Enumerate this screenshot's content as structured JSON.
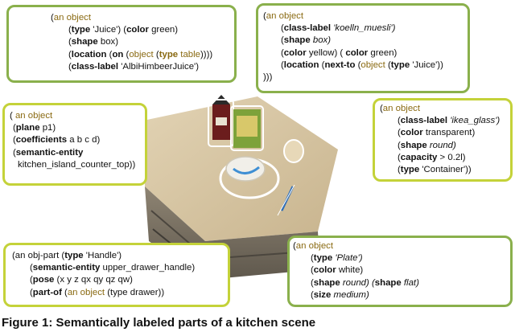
{
  "boxes": {
    "juice": {
      "line1_hl": "an object",
      "line2_a": "(",
      "line2_k1": "type",
      "line2_v1": " 'Juice') (",
      "line2_k2": "color",
      "line2_v2": " green)",
      "line3_a": "(",
      "line3_k": "shape",
      "line3_v": " box)",
      "line4_a": "(",
      "line4_k1": "location",
      "line4_b": " (",
      "line4_k2": "on",
      "line4_c": " (",
      "line4_hl1": "object",
      "line4_d": " (",
      "line4_k3": "type",
      "line4_e": " ",
      "line4_hl2": "table",
      "line4_f": "))))",
      "line5_a": "(",
      "line5_k": "class-label",
      "line5_v": " 'AlbiHimbeerJuice')"
    },
    "muesli": {
      "line1_hl": "an object",
      "line2_a": "(",
      "line2_k": "class-label",
      "line2_v": " 'koelln_muesli')",
      "line3_a": "(",
      "line3_k": "shape",
      "line3_v": " box)",
      "line4_a": "(",
      "line4_k1": "color",
      "line4_v1": " yellow) ( ",
      "line4_k2": "color",
      "line4_v2": " green)",
      "line5_a": "(",
      "line5_k": "location",
      "line5_b": " (",
      "line5_k2": "next-to",
      "line5_c": " (",
      "line5_hl": "object",
      "line5_d": " (",
      "line5_k3": "type",
      "line5_e": " 'Juice'))",
      "line6": ")))"
    },
    "plane": {
      "line1_hl": " an object",
      "line2_a": "(",
      "line2_k": "plane",
      "line2_v": " p1)",
      "line3_a": "(",
      "line3_k": "coefficients",
      "line3_v": " a b c d)",
      "line4_a": "(",
      "line4_k": "semantic-entity",
      "line5": "kitchen_island_counter_top))"
    },
    "glass": {
      "line1_hl": "an object",
      "line2_a": "(",
      "line2_k": "class-label",
      "line2_v": " 'ikea_glass')",
      "line3_a": "(",
      "line3_k": "color",
      "line3_v": " transparent)",
      "line4_a": "(",
      "line4_k": "shape",
      "line4_v": " round)",
      "line5_a": "(",
      "line5_k": "capacity",
      "line5_v": " > 0.2l)",
      "line6_a": "(",
      "line6_k": "type",
      "line6_v": " 'Container'))"
    },
    "handle": {
      "line1_a": "(an obj-part (",
      "line1_k": "type",
      "line1_v": " 'Handle')",
      "line2_a": "(",
      "line2_k": "semantic-entity",
      "line2_v": " upper_drawer_handle)",
      "line3_a": "(",
      "line3_k": "pose",
      "line3_v": " (x y z qx qy qz qw)",
      "line4_a": "(",
      "line4_k": "part-of",
      "line4_b": " (",
      "line4_hl": "an object",
      "line4_c": " (type drawer))"
    },
    "plate": {
      "line1_hl": "an object",
      "line2_a": "(",
      "line2_k": "type",
      "line2_v": " 'Plate')",
      "line3_a": "(",
      "line3_k": "color",
      "line3_v": " white)",
      "line4_a": "(",
      "line4_k1": "shape",
      "line4_v1": " round) (",
      "line4_k2": "shape",
      "line4_v2": " flat)",
      "line5_a": "(",
      "line5_k": "size",
      "line5_v": " medium)"
    }
  },
  "caption": "Figure 1: Semantically labeled parts of a kitchen scene",
  "colors": {
    "green_border": "#8ab04c",
    "lime_border": "#c4d239",
    "highlight_text": "#8a6a12"
  }
}
